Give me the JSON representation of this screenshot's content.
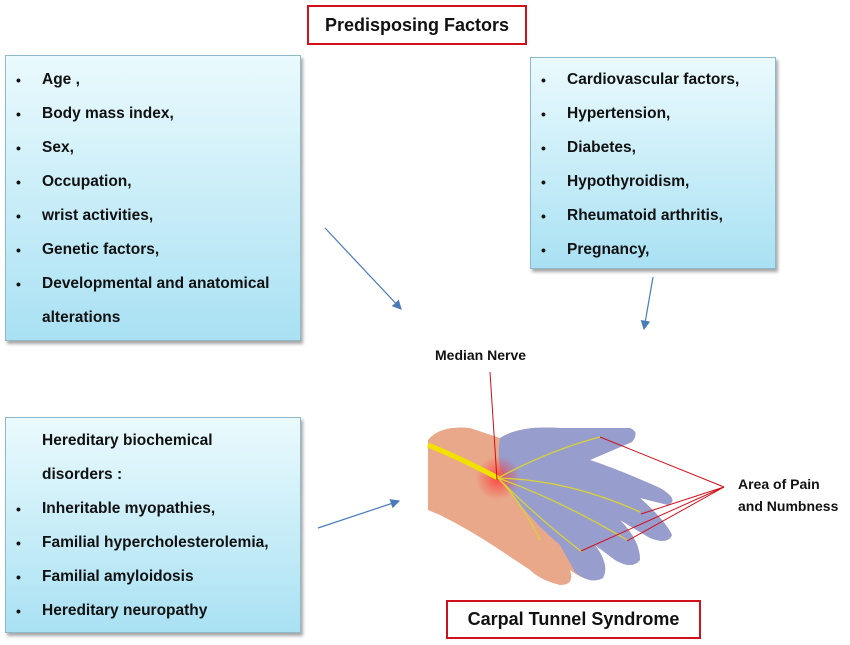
{
  "title": "Predisposing Factors",
  "left_box": {
    "items": [
      "Age ,",
      "Body mass index,",
      "Sex,",
      "Occupation,",
      "wrist activities,",
      "Genetic factors,",
      "Developmental and anatomical",
      "alterations"
    ]
  },
  "right_box": {
    "items": [
      "Cardiovascular factors,",
      "Hypertension,",
      "Diabetes,",
      "Hypothyroidism,",
      "Rheumatoid arthritis,",
      "Pregnancy,"
    ]
  },
  "bottom_box": {
    "heading": [
      "Hereditary biochemical",
      "disorders :"
    ],
    "items": [
      "Inheritable myopathies,",
      "Familial hypercholesterolemia,",
      "Familial amyloidosis",
      "Hereditary neuropathy"
    ]
  },
  "labels": {
    "median_nerve": "Median Nerve",
    "pain_1": "Area of Pain",
    "pain_2": "and Numbness"
  },
  "result": "Carpal Tunnel Syndrome",
  "colors": {
    "frame": "#d0101a",
    "arrow": "#4a7ab8",
    "box_top": "#eafafd",
    "box_bottom": "#a9e1f3"
  }
}
